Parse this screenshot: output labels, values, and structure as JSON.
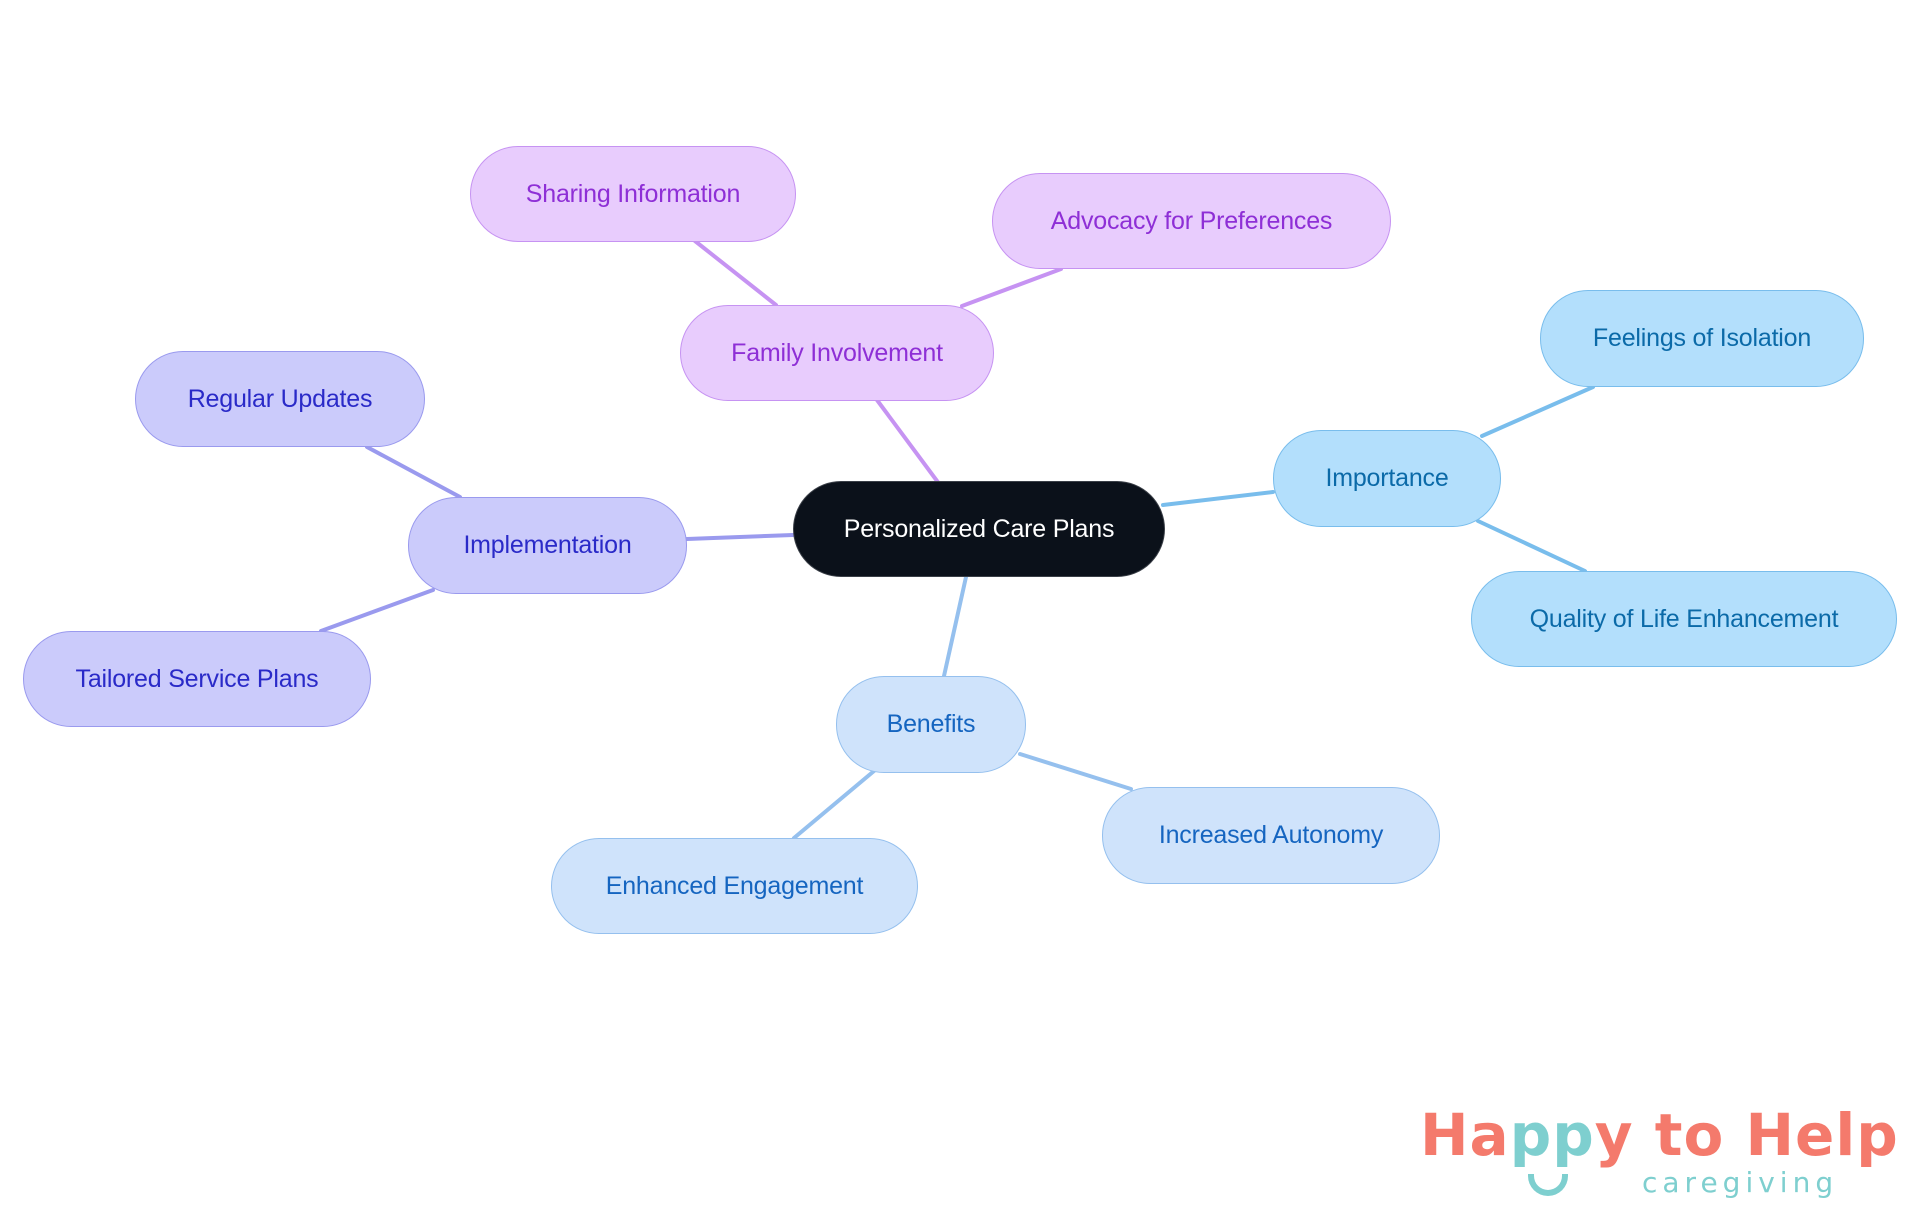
{
  "diagram": {
    "type": "mindmap",
    "root": {
      "label": "Personalized Care Plans"
    },
    "branches": [
      {
        "label": "Family Involvement",
        "color": "#c693f2",
        "children": [
          {
            "label": "Sharing Information"
          },
          {
            "label": "Advocacy for Preferences"
          }
        ]
      },
      {
        "label": "Importance",
        "color": "#79bdec",
        "children": [
          {
            "label": "Feelings of Isolation"
          },
          {
            "label": "Quality of Life Enhancement"
          }
        ]
      },
      {
        "label": "Implementation",
        "color": "#9a9aee",
        "children": [
          {
            "label": "Regular Updates"
          },
          {
            "label": "Tailored Service Plans"
          }
        ]
      },
      {
        "label": "Benefits",
        "color": "#95c0ee",
        "children": [
          {
            "label": "Enhanced Engagement"
          },
          {
            "label": "Increased Autonomy"
          }
        ]
      }
    ]
  },
  "logo": {
    "part1": "Ha",
    "part2": "pp",
    "part3": "y to Help",
    "subtitle": "caregiving",
    "colors": {
      "coral": "#f47a6c",
      "teal": "#7ecfcf"
    }
  }
}
